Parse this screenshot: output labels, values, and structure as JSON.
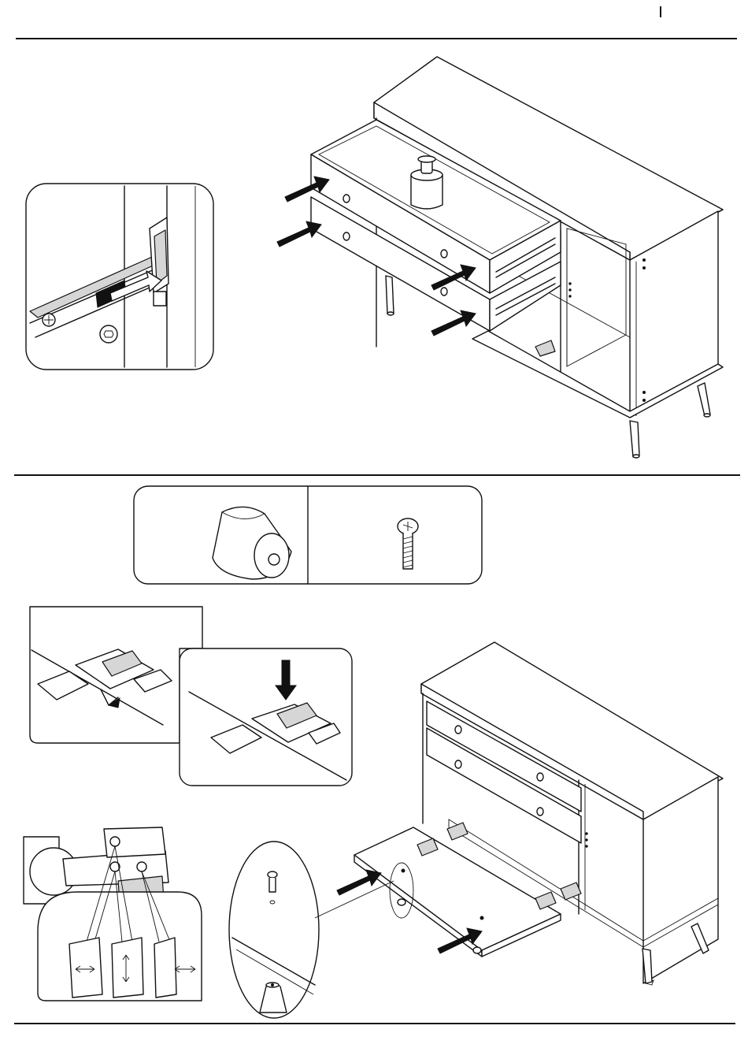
{
  "document": {
    "type": "assembly-instructions-page",
    "sections": [
      {
        "id": "drawer-installation",
        "description_shown": false
      },
      {
        "id": "door-installation",
        "description_shown": false
      }
    ],
    "icons": [
      "drawer-slide-detail-icon",
      "insert-arrow-icon",
      "knob-part-icon",
      "screw-part-icon",
      "hinge-clip-detail-icon",
      "push-down-arrow-icon",
      "hinge-adjustment-icon",
      "knob-zoom-detail-icon"
    ],
    "colors": {
      "ink": "#111111",
      "paper": "#ffffff",
      "shade": "#d6d6d6"
    }
  }
}
